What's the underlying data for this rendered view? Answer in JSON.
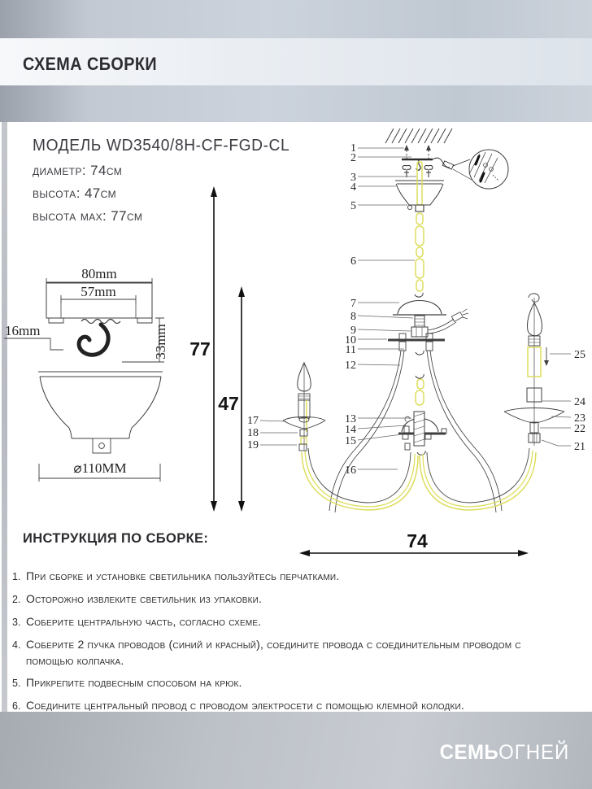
{
  "header": {
    "title": "СХЕМА СБОРКИ"
  },
  "product": {
    "model_line": "МОДЕЛЬ WD3540/8H-CF-FGD-CL",
    "specs": [
      "диаметр: 74см",
      "высота: 47см",
      "высота мах: 77см"
    ]
  },
  "mount": {
    "dim_outer": "80mm",
    "dim_inner": "57mm",
    "dim_side": "16mm",
    "dim_height": "33mm",
    "dim_diameter": "⌀110MM"
  },
  "dimensions": {
    "height_max": "77",
    "height": "47",
    "width": "74"
  },
  "parts": {
    "n1": "1",
    "n2": "2",
    "n3": "3",
    "n4": "4",
    "n5": "5",
    "n6": "6",
    "n7": "7",
    "n8": "8",
    "n9": "9",
    "n10": "10",
    "n11": "11",
    "n12": "12",
    "n13": "13",
    "n14": "14",
    "n15": "15",
    "n16": "16",
    "n17": "17",
    "n18": "18",
    "n19": "19",
    "n21": "21",
    "n22": "22",
    "n23": "23",
    "n24": "24",
    "n25": "25"
  },
  "instructions": {
    "title": "ИНСТРУКЦИЯ ПО СБОРКЕ:",
    "items": [
      {
        "num": "1.",
        "text": "При сборке и установке светильника пользуйтесь перчатками."
      },
      {
        "num": "2.",
        "text": "Осторожно извлеките светильник из упаковки."
      },
      {
        "num": "3.",
        "text": "Соберите центральную часть, согласно схеме."
      },
      {
        "num": "4.",
        "text": "Соберите 2 пучка проводов (синий и красный), соедините провода с соединительным проводом с помощью колпачка."
      },
      {
        "num": "5.",
        "text": "Прикрепите подвесным способом  на крюк."
      },
      {
        "num": "6.",
        "text": "Соедините центральный провод с проводом электросети с помощью клемной колодки."
      }
    ]
  },
  "footer": {
    "brand_bold": "СЕМЬ",
    "brand_light": "ОГНЕЙ"
  },
  "colors": {
    "highlight": "#dedd5e",
    "line": "#3f3f3f",
    "leader": "#666666"
  }
}
